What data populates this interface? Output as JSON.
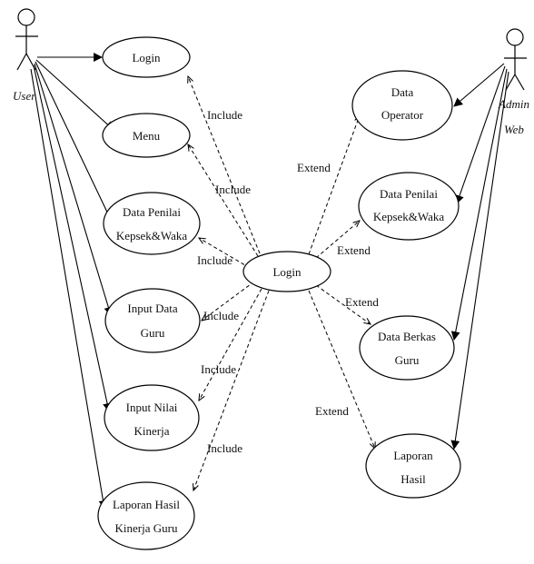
{
  "actors": {
    "user": {
      "name": "User"
    },
    "admin": {
      "line1": "Admin",
      "line2": "Web"
    }
  },
  "center": {
    "label": "Login"
  },
  "user_cases": [
    {
      "lines": [
        "Login"
      ]
    },
    {
      "lines": [
        "Menu"
      ]
    },
    {
      "lines": [
        "Data Penilai",
        "Kepsek&Waka"
      ]
    },
    {
      "lines": [
        "Input Data",
        "Guru"
      ]
    },
    {
      "lines": [
        "Input Nilai",
        "Kinerja"
      ]
    },
    {
      "lines": [
        "Laporan Hasil",
        "Kinerja Guru"
      ]
    }
  ],
  "admin_cases": [
    {
      "lines": [
        "Data",
        "Operator"
      ]
    },
    {
      "lines": [
        "Data Penilai",
        "Kepsek&Waka"
      ]
    },
    {
      "lines": [
        "Data Berkas",
        "Guru"
      ]
    },
    {
      "lines": [
        "Laporan",
        "Hasil"
      ]
    }
  ],
  "relations": {
    "include": [
      "Include",
      "Include",
      "Include",
      "Include",
      "Include",
      "Include"
    ],
    "extend": [
      "Extend",
      "Extend",
      "Extend",
      "Extend"
    ]
  }
}
